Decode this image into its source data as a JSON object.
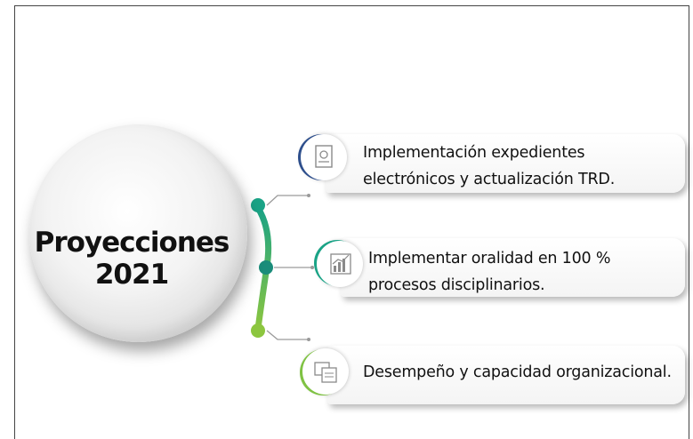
{
  "diagram": {
    "hub": {
      "line1": "Proyecciones",
      "line2": "2021"
    },
    "items": [
      {
        "text_line1": "Implementación expedientes",
        "text_line2": "electrónicos y actualización TRD.",
        "icon": "document-icon",
        "accent": "#2e4f8c"
      },
      {
        "text_line1": "Implementar oralidad en 100 %",
        "text_line2": "procesos disciplinarios.",
        "icon": "bar-chart-icon",
        "accent": "#1aa386"
      },
      {
        "text_line1": "Desempeño y capacidad organizacional.",
        "text_line2": "",
        "icon": "folder-icon",
        "accent": "#7fc243"
      }
    ],
    "colors": {
      "teal": "#1aa386",
      "green": "#8cc63f",
      "navy": "#2e4f8c",
      "connector": "#9a9a9a"
    }
  }
}
